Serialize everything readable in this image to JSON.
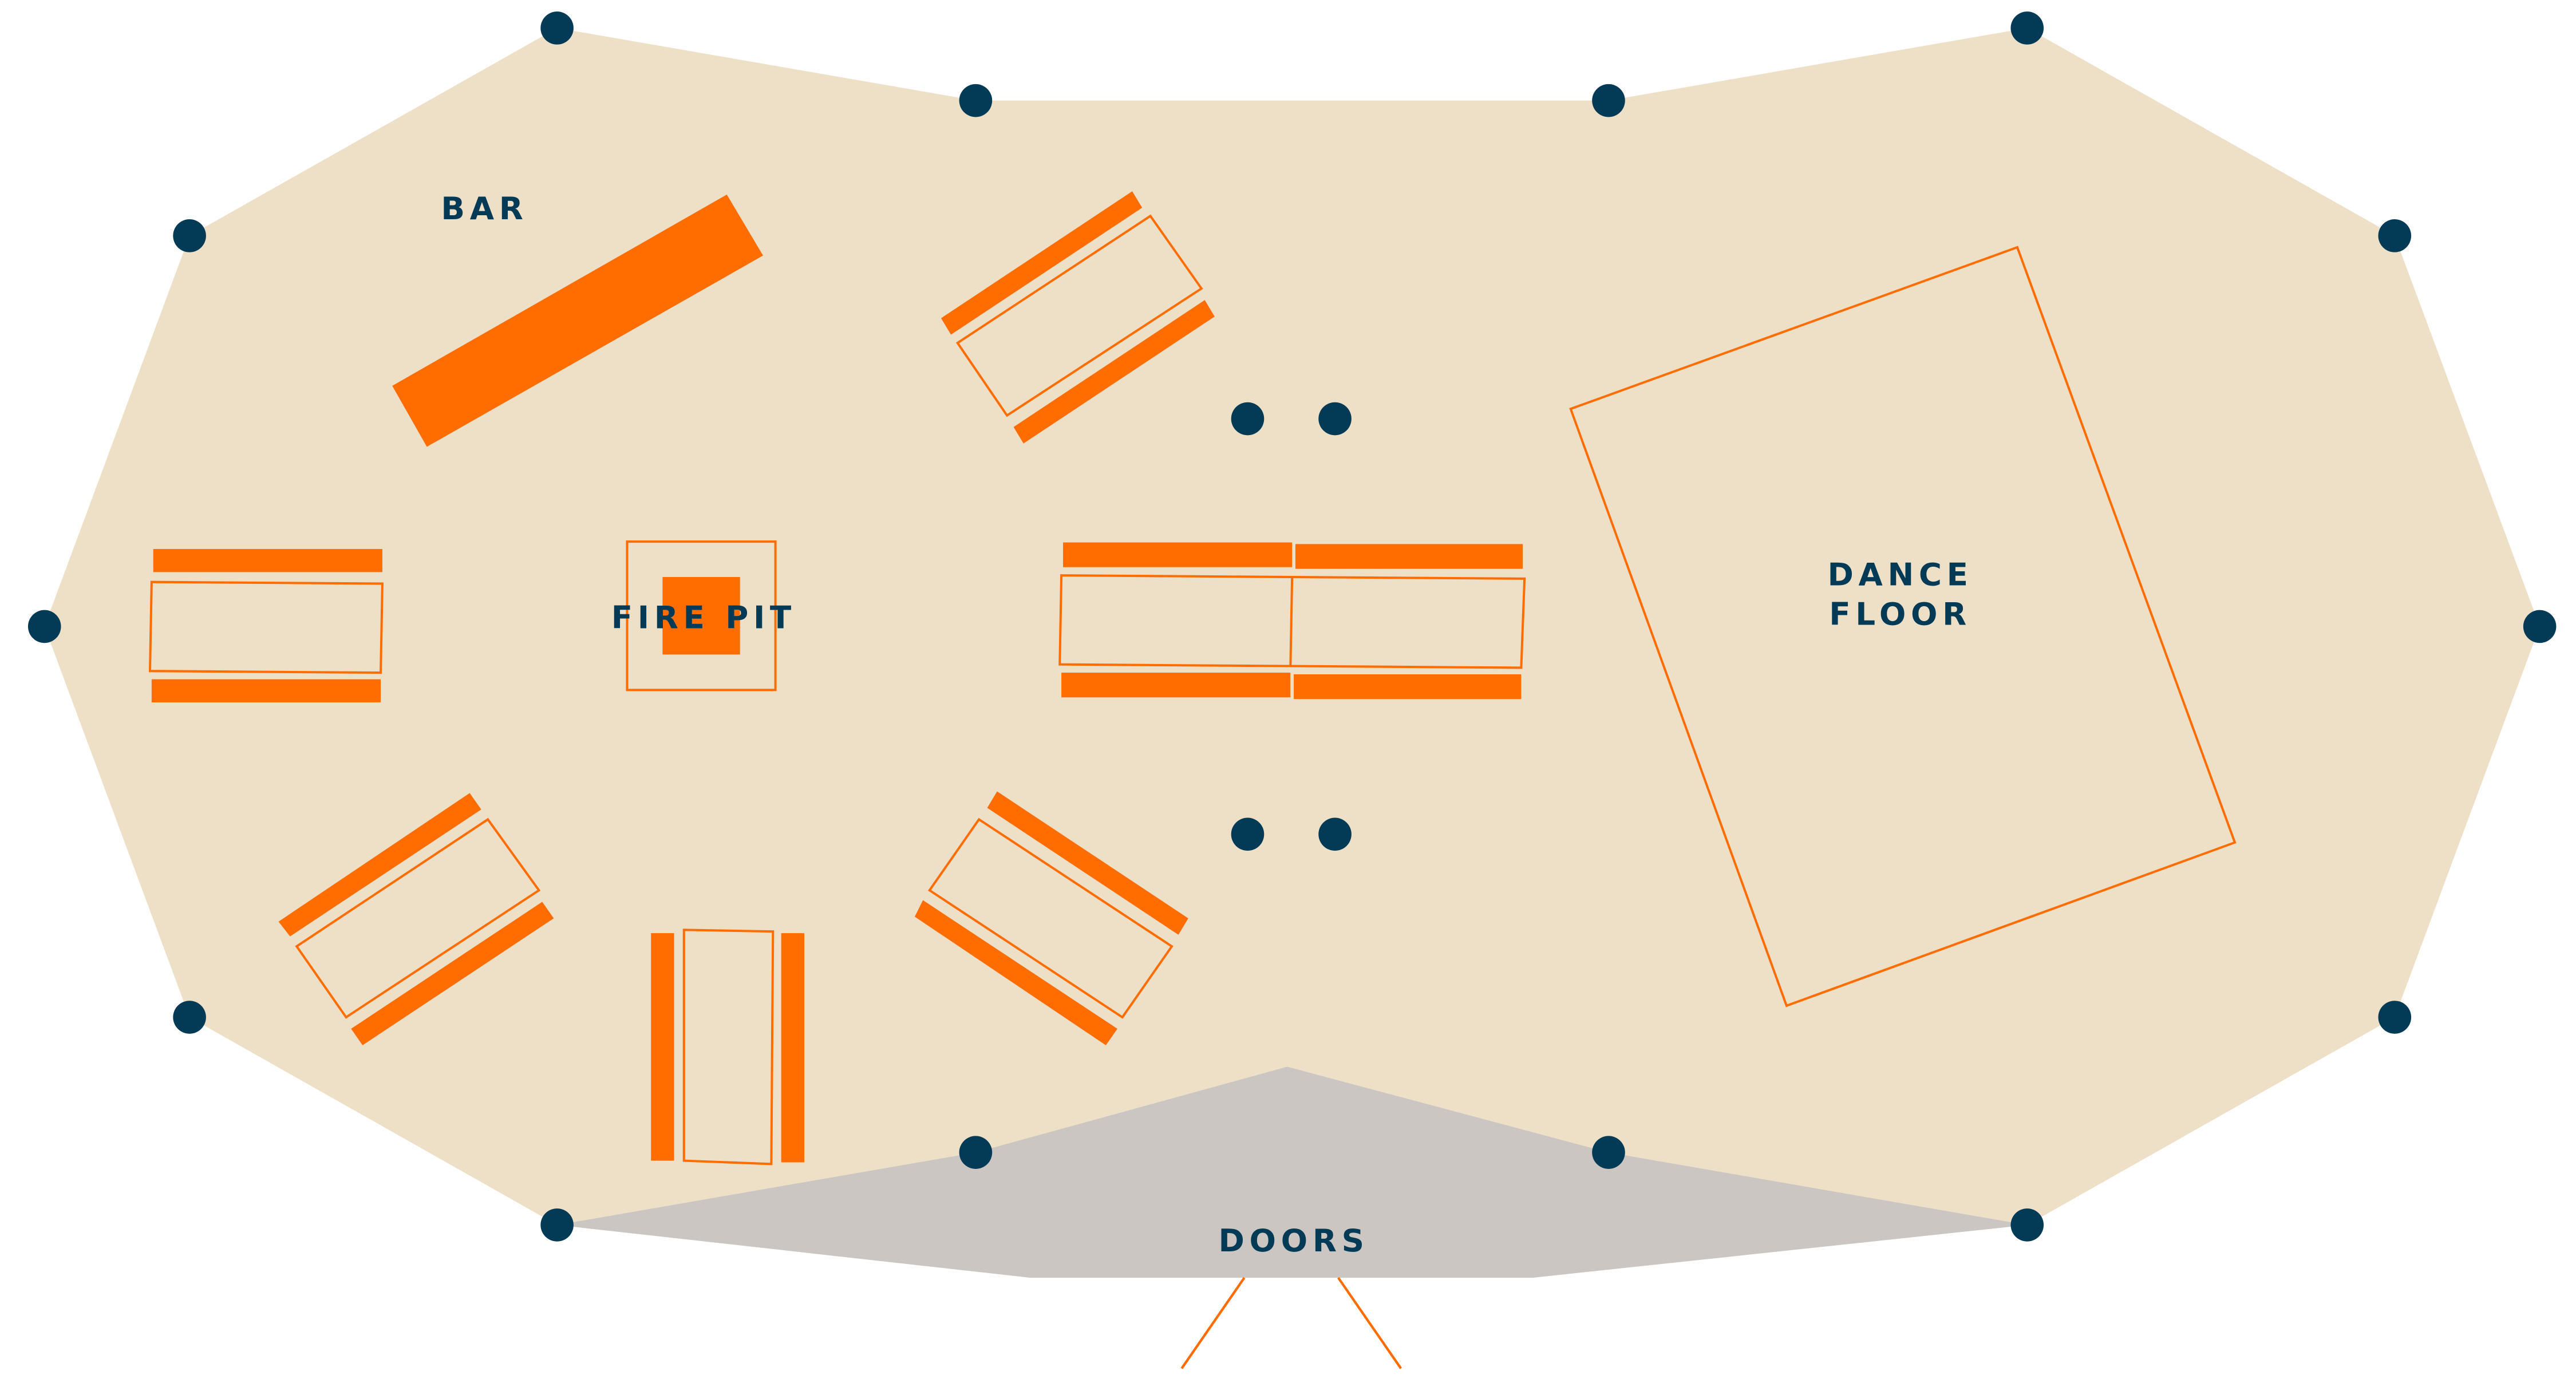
{
  "labels": {
    "bar": "BAR",
    "fire_pit": "FIRE PIT",
    "dance_floor_line1": "DANCE",
    "dance_floor_line2": "FLOOR",
    "doors": "DOORS"
  },
  "colors": {
    "venue_floor": "#ede0c6",
    "doors_area": "#cbc6c2",
    "furniture": "#ff6d00",
    "posts_and_text": "#033a55",
    "background": "#ffffff"
  }
}
